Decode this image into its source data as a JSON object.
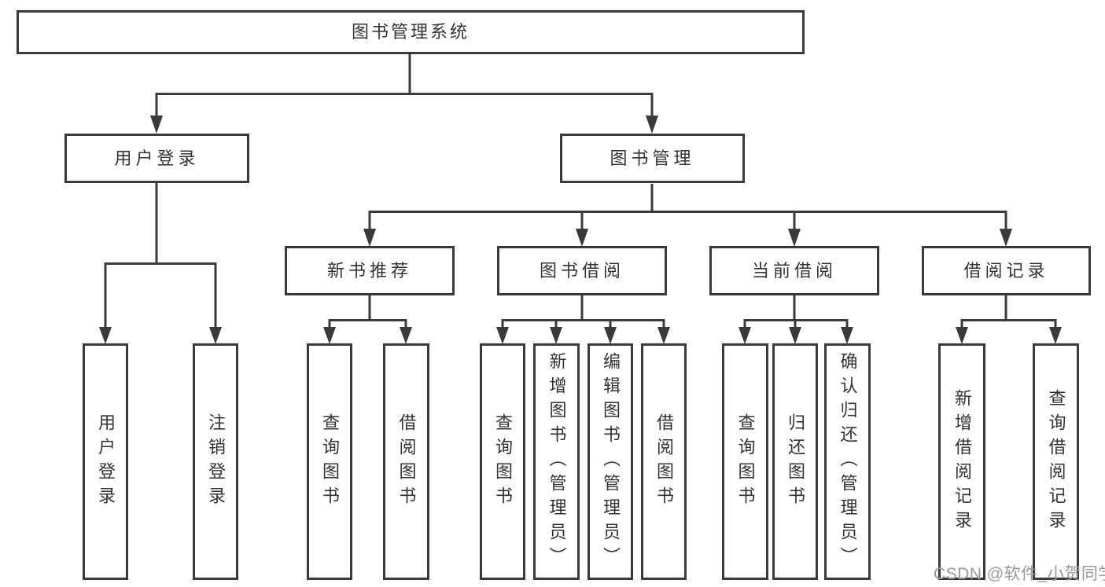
{
  "title": {
    "label": "图书管理系统"
  },
  "level2": {
    "user_login": "用户登录",
    "book_mgmt": "图书管理"
  },
  "level3": {
    "new_books": "新书推荐",
    "book_borrow": "图书借阅",
    "current_borrow": "当前借阅",
    "borrow_record": "借阅记录"
  },
  "leaves": {
    "user_login_leaf": "用户登录",
    "logout": "注销登录",
    "nb_query": "查询图书",
    "nb_borrow": "借阅图书",
    "bb_query": "查询图书",
    "bb_add": "新增图书（管理员）",
    "bb_edit": "编辑图书（管理员）",
    "bb_borrow": "借阅图书",
    "cb_query": "查询图书",
    "cb_return": "归还图书",
    "cb_confirm": "确认归还（管理员）",
    "br_add": "新增借阅记录",
    "br_query": "查询借阅记录"
  },
  "watermark": "CSDN @软件_小贺同学",
  "colors": {
    "line": "#3a3a3a",
    "text": "#333333",
    "watermark": "#9a9a9a",
    "background": "#ffffff"
  }
}
